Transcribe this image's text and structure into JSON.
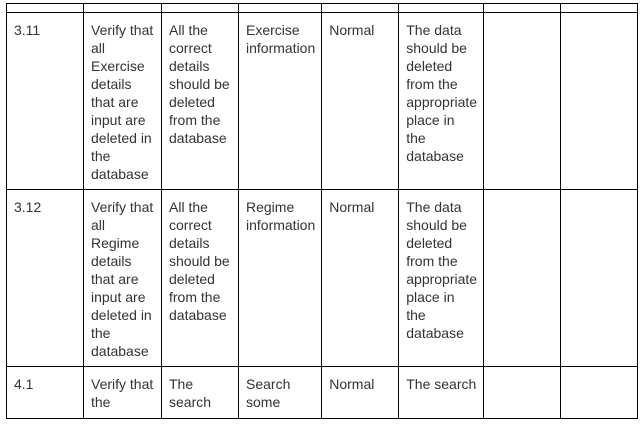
{
  "rows": [
    {
      "id": "3.11",
      "test_description": "Verify that all Exercise details that are input are deleted in the database",
      "expected_condition": "All the correct details should be deleted from the database",
      "input_data": "Exercise information",
      "type": "Normal",
      "expected_result": "The data should be deleted from the appropriate place in the database",
      "col6": "",
      "col7": ""
    },
    {
      "id": "3.12",
      "test_description": "Verify that all Regime details that are input are deleted in the database",
      "expected_condition": "All the correct details should be deleted from the database",
      "input_data": "Regime information",
      "type": "Normal",
      "expected_result": "The data should be deleted from the appropriate place in the database",
      "col6": "",
      "col7": ""
    },
    {
      "id": "4.1",
      "test_description": "Verify that the",
      "expected_condition": "The search",
      "input_data": "Search some",
      "type": "Normal",
      "expected_result": "The search",
      "col6": "",
      "col7": ""
    }
  ]
}
